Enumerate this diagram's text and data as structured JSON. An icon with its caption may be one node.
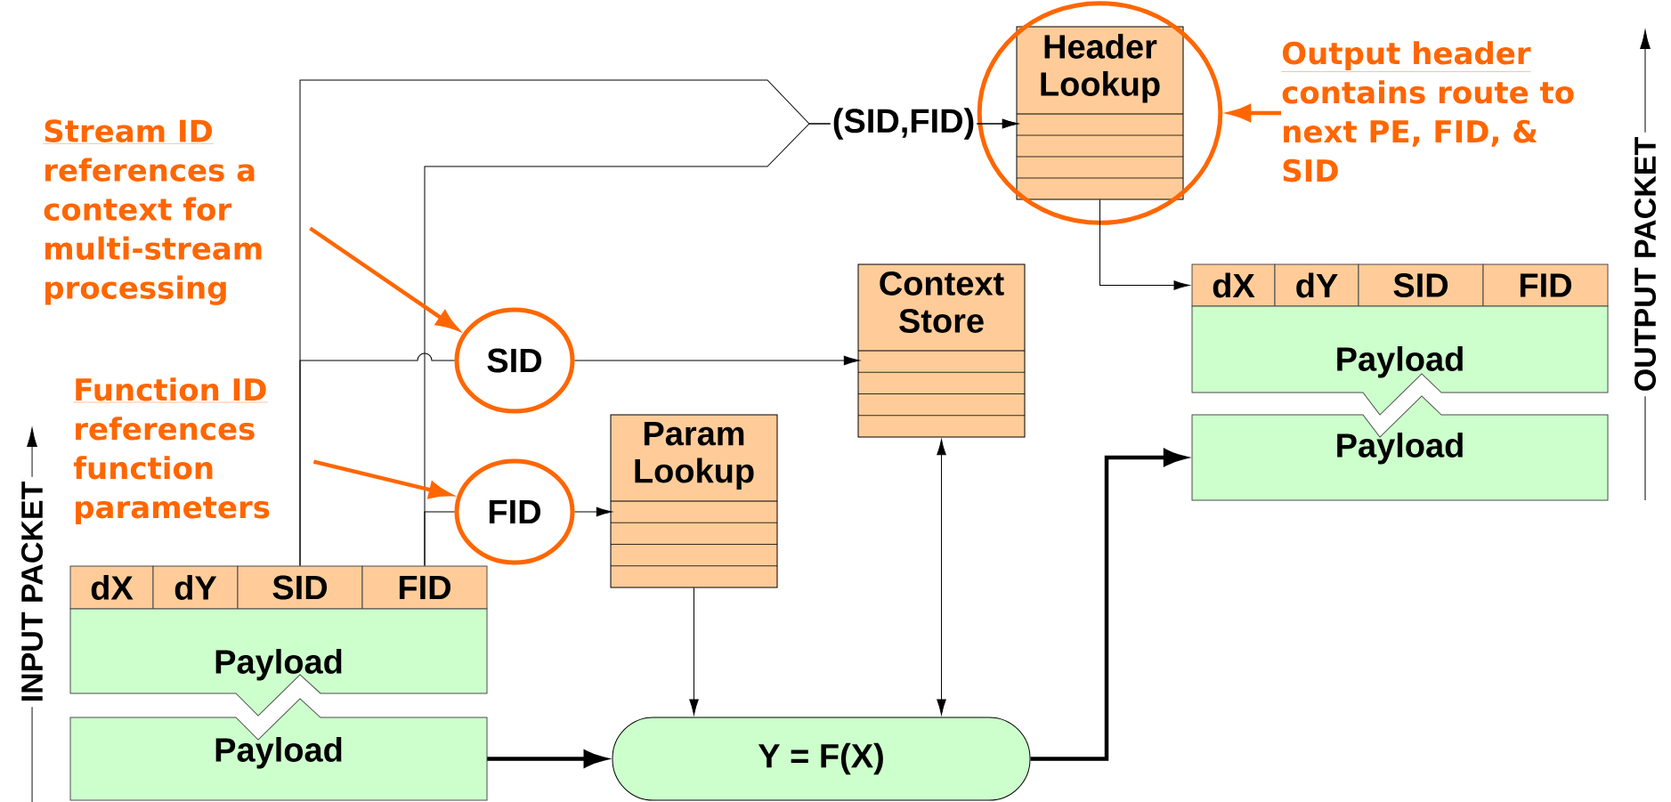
{
  "diagram": {
    "nodes": [
      {
        "text": [],
        "shape": "circle"
      },
      {
        "text": [
          "Header Lookup"
        ],
        "in": 0
      },
      {
        "text": [
          "Output header",
          "contains route to next PE, FID, & SID"
        ]
      },
      {
        "text": [
          "Stream ID",
          "references a context for multi-stream processing"
        ]
      },
      {
        "text": [
          "Context Store"
        ]
      },
      {
        "text": [
          "dX"
        ]
      },
      {
        "text": [
          "dY"
        ]
      },
      {
        "text": [
          "SID"
        ]
      },
      {
        "text": [
          "FID"
        ]
      },
      {
        "text": [
          "SID"
        ]
      },
      {
        "text": [
          "Payload"
        ]
      },
      {
        "text": [
          "Function ID",
          "references function parameters"
        ]
      },
      {
        "text": [
          "Param Lookup"
        ]
      },
      {
        "text": [
          "Payload"
        ]
      },
      {
        "text": [
          "FID"
        ]
      },
      {
        "text": [
          "dX"
        ]
      },
      {
        "text": [
          "dY"
        ]
      },
      {
        "text": [
          "SID"
        ]
      },
      {
        "text": [
          "FID"
        ]
      },
      {
        "text": [
          "Payload"
        ]
      },
      {
        "text": [
          "Payload"
        ]
      },
      {
        "text": [
          "Y = F(X)"
        ]
      }
    ],
    "edges": [
      {
        "from": 17,
        "to": 1,
        "arrow": "to",
        "label": "(SID,FID)"
      },
      {
        "from": 18,
        "to": 1,
        "arrow": "to"
      },
      {
        "from": 17,
        "to": 9,
        "arrow": "none"
      },
      {
        "from": 9,
        "to": 4,
        "arrow": "to"
      },
      {
        "from": 18,
        "to": 14,
        "arrow": "none"
      },
      {
        "from": 14,
        "to": 12,
        "arrow": "to"
      },
      {
        "from": 3,
        "to": 9,
        "arrow": "to",
        "style": "thick",
        "color": "#ff6600"
      },
      {
        "from": 11,
        "to": 14,
        "arrow": "to",
        "style": "thick",
        "color": "#ff6600"
      },
      {
        "from": 2,
        "to": 0,
        "arrow": "to",
        "style": "thick",
        "color": "#ff6600"
      },
      {
        "from": 1,
        "to": 5,
        "arrow": "to"
      },
      {
        "from": 12,
        "to": 21,
        "arrow": "to"
      },
      {
        "from": 4,
        "to": 21,
        "arrow": "both"
      },
      {
        "from": 20,
        "to": 21,
        "arrow": "to",
        "style": "thick"
      },
      {
        "from": 21,
        "to": 13,
        "arrow": "to",
        "style": "thick"
      }
    ],
    "labels": [
      "INPUT PACKET",
      "OUTPUT PACKET"
    ]
  }
}
